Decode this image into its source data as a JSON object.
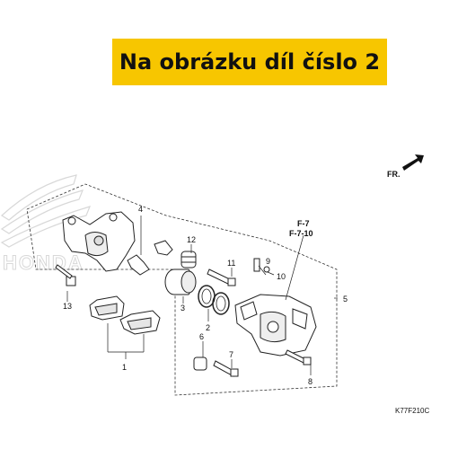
{
  "banner": {
    "text": "Na obrázku díl číslo 2",
    "background": "#f7c600"
  },
  "direction_marker": {
    "label": "FR."
  },
  "watermark": {
    "text": "HONDA"
  },
  "references": [
    "F-7",
    "F-7-10"
  ],
  "callouts": [
    "1",
    "2",
    "3",
    "4",
    "5",
    "6",
    "7",
    "8",
    "9",
    "10",
    "11",
    "12",
    "13"
  ],
  "diagram_code": "K77F210C"
}
